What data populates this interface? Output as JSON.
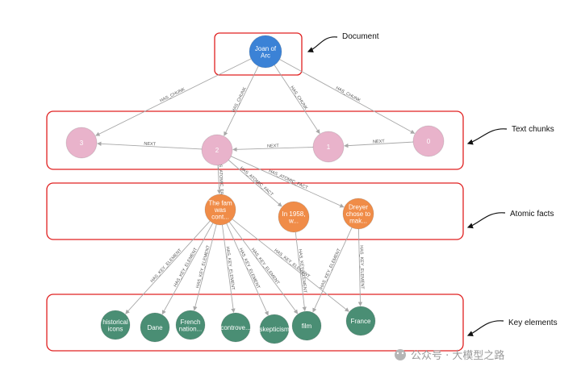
{
  "callouts": {
    "document": "Document",
    "text_chunks": "Text chunks",
    "atomic_facts": "Atomic facts",
    "key_elements": "Key elements"
  },
  "nodes": {
    "doc": {
      "line1": "Joan of",
      "line2": "Arc",
      "color": "#3b82d6"
    },
    "chunk3": {
      "line1": "3",
      "color": "#e9b3cb"
    },
    "chunk2": {
      "line1": "2",
      "color": "#e9b3cb"
    },
    "chunk1": {
      "line1": "1",
      "color": "#e9b3cb"
    },
    "chunk0": {
      "line1": "0",
      "color": "#e9b3cb"
    },
    "fact1": {
      "line1": "The fam",
      "line2": "was",
      "line3": "cont...",
      "color": "#f08c48"
    },
    "fact2": {
      "line1": "In 1958,",
      "line2": "w...",
      "color": "#f08c48"
    },
    "fact3": {
      "line1": "Dreyer",
      "line2": "chose to",
      "line3": "mak...",
      "color": "#f08c48"
    },
    "key1": {
      "line1": "historical",
      "line2": "icons",
      "color": "#4a8e74"
    },
    "key2": {
      "line1": "Dane",
      "color": "#4a8e74"
    },
    "key3": {
      "line1": "French",
      "line2": "nation...",
      "color": "#4a8e74"
    },
    "key4": {
      "line1": "controve...",
      "color": "#4a8e74"
    },
    "key5": {
      "line1": "skepticism",
      "color": "#4a8e74"
    },
    "key6": {
      "line1": "film",
      "color": "#4a8e74"
    },
    "key7": {
      "line1": "France",
      "color": "#4a8e74"
    }
  },
  "edge_labels": {
    "has_chunk": "HAS_CHUNK",
    "next": "NEXT",
    "has_atomic_fact": "HAS_ATOMIC_FACT",
    "has_key_element": "HAS_KEY_ELEMENT"
  },
  "watermark": "公众号 · 大模型之路",
  "colors": {
    "box_border": "#e02020",
    "edge": "#a8a8a8",
    "chunk_stroke": "#d89ab6"
  }
}
